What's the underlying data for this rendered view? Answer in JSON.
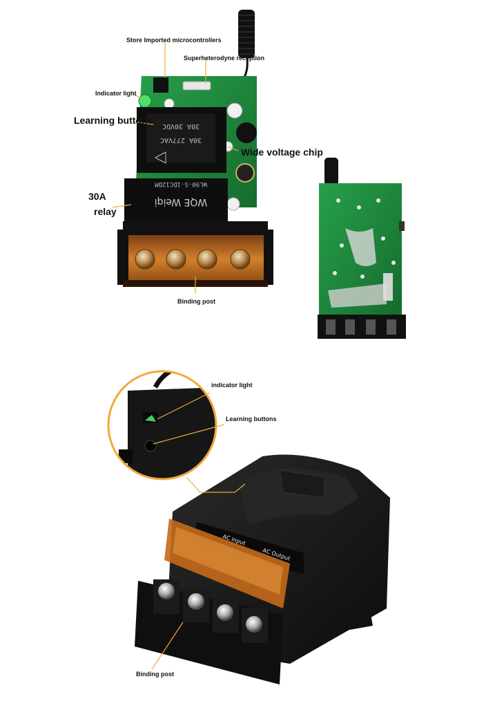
{
  "labels": {
    "store": "Store Imported microcontrollers",
    "superhet": "Superheterodyne reception",
    "indicator_top": "Indicator light",
    "learning_top": "Learning buttons",
    "wide_voltage": "Wide voltage chip",
    "relay_30a": "30A",
    "relay_word": "relay",
    "binding_top": "Binding post",
    "indicator_bottom": "indicator light",
    "learning_bottom": "Learning buttons",
    "binding_bottom": "Binding post"
  },
  "relay_print": {
    "line1": "30A  30VDC",
    "line2": "30A  277VAC",
    "line3": "WL90-S-1DC12DM",
    "brand": "WQE Weiqi"
  },
  "case_print": {
    "ac_input": "AC Input",
    "ac_output": "AC Output"
  },
  "colors": {
    "pcb_green": "#1f8a3c",
    "accent_orange": "#f2a93b",
    "housing_black": "#151515",
    "terminal_amber": "#c46a1a"
  }
}
